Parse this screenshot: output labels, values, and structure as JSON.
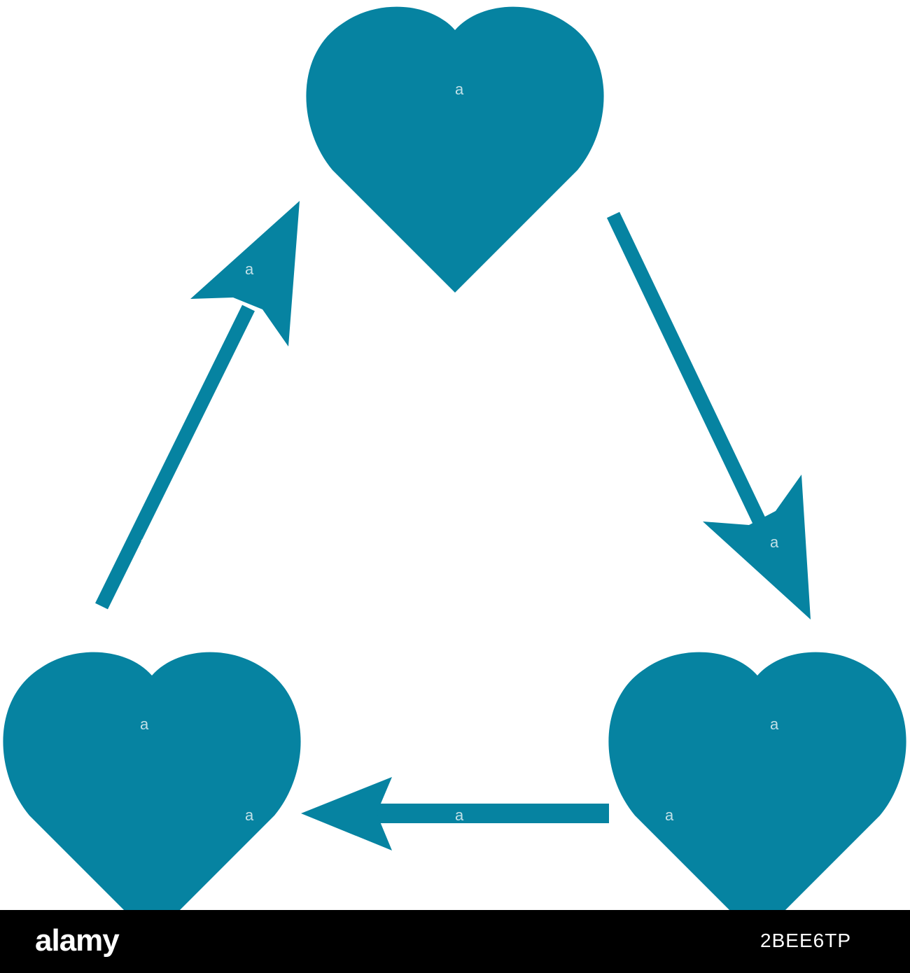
{
  "colors": {
    "shape": "#0683a1",
    "background": "#ffffff",
    "footer": "#000000",
    "footer_text": "#ffffff",
    "watermark": "#ffffff"
  },
  "diagram": {
    "nodes": [
      {
        "id": "heart-top",
        "icon": "heart-icon"
      },
      {
        "id": "heart-bottom-right",
        "icon": "heart-icon"
      },
      {
        "id": "heart-bottom-left",
        "icon": "heart-icon"
      }
    ],
    "edges": [
      {
        "from": "heart-top",
        "to": "heart-bottom-right",
        "icon": "arrow-icon"
      },
      {
        "from": "heart-bottom-right",
        "to": "heart-bottom-left",
        "icon": "arrow-icon"
      },
      {
        "from": "heart-bottom-left",
        "to": "heart-top",
        "icon": "arrow-icon"
      }
    ],
    "watermark_glyph": "a"
  },
  "footer": {
    "logo_text": "alamy",
    "image_id": "2BEE6TP"
  }
}
